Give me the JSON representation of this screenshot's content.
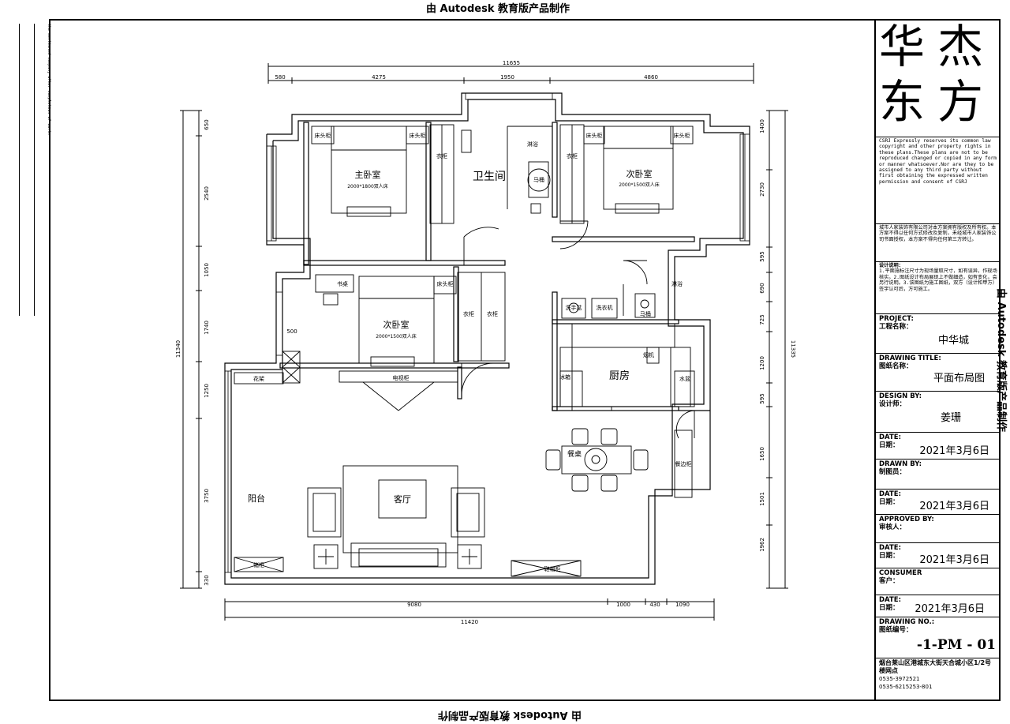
{
  "watermark": "由 Autodesk 教育版产品制作",
  "left_note": "the mentioned company after completion of work.",
  "dims": {
    "top_total": "11655",
    "top_segments": [
      "580",
      "4275",
      "1950",
      "4860"
    ],
    "bottom_total": "11420",
    "bottom_segments": [
      "9080",
      "1000",
      "430",
      "1090"
    ],
    "left_total": "11340",
    "left_segments": [
      "650",
      "2540",
      "1050",
      "1740",
      "1250",
      "3750",
      "330"
    ],
    "right_total": "11335",
    "right_segments": [
      "1400",
      "2730",
      "595",
      "690",
      "725",
      "1200",
      "595",
      "1650",
      "1501",
      "1962"
    ],
    "window_500": "500"
  },
  "rooms": {
    "master_bedroom": "主卧室",
    "master_bed_size": "2000*1800双人床",
    "bathroom": "卫生间",
    "second_bedroom_right": "次卧室",
    "second_bed_size_right": "2000*1500双人床",
    "second_bedroom_mid": "次卧室",
    "second_bed_size_mid": "2000*1500双人床",
    "kitchen": "厨房",
    "living_room": "客厅",
    "balcony": "阳台",
    "dining_table": "餐桌"
  },
  "furniture": {
    "nightstand": "床头柜",
    "wardrobe": "衣柜",
    "shower": "淋浴",
    "toilet": "马桶",
    "desk": "书桌",
    "washing_machine": "洗衣机",
    "wash_basin": "洗手盆",
    "fridge": "冰箱",
    "sink": "水盆",
    "range_hood": "烟机",
    "sideboard": "餐边柜",
    "tv_cabinet": "电视柜",
    "flower_rack": "花架",
    "locker": "储柜",
    "shoe_cabinet": "鞋帽柜"
  },
  "title_block": {
    "logo_chars": [
      "华",
      "杰",
      "东",
      "方"
    ],
    "copyright_en": "CSRJ Expressly reserves its common law copyright and other property rights in these plans.These plans are not to be reproduced changed or copied in any form or manner whatsoever.Nor are they to be assigned to any third party without first obtaining the expressed written permission and consent of CSRJ",
    "copyright_cn": "城市人家装饰有限公司对本方案拥有版权及所有权。本方案不得以任何方式修改及复制，未经城市人家装饰公司书面授权，本方案不得向任何第三方转让。",
    "notes_title": "设计说明：",
    "notes_body": "1.平面施标注尺寸为现场量取尺寸，如有误异，作现场核实。2.图纸设计布局展现上不做细造，如有变化，会另行说明。3.该图纸为施工图纸，双方（设计和甲方）签字认可后，方可施工。",
    "project_label": "PROJECT:\n工程名称：",
    "project_value": "中华城",
    "drawing_title_label": "DRAWING TITLE:\n图纸名称：",
    "drawing_title_value": "平面布局图",
    "design_by_label": "DESIGN BY:\n设计师：",
    "design_by_value": "姜珊",
    "date1_label": "DATE:\n日期：",
    "date1_value": "2021年3月6日",
    "drawn_by_label": "DRAWN BY:\n制图员：",
    "date2_label": "DATE:\n日期：",
    "date2_value": "2021年3月6日",
    "approved_by_label": "APPROVED BY:\n审核人：",
    "date3_label": "DATE:\n日期：",
    "date3_value": "2021年3月6日",
    "consumer_label": "CONSUMER\n客户：",
    "date4_label": "DATE:\n日期：",
    "date4_value": "2021年3月6日",
    "drawing_no_label": "DRAWING NO.:\n图纸编号：",
    "drawing_no_value": "-1-PM - 01",
    "address": "烟台莱山区港城东大街天合城小区1/2号楼网点",
    "phone1": "0535-3972521",
    "phone2": "0535-6215253-801"
  }
}
